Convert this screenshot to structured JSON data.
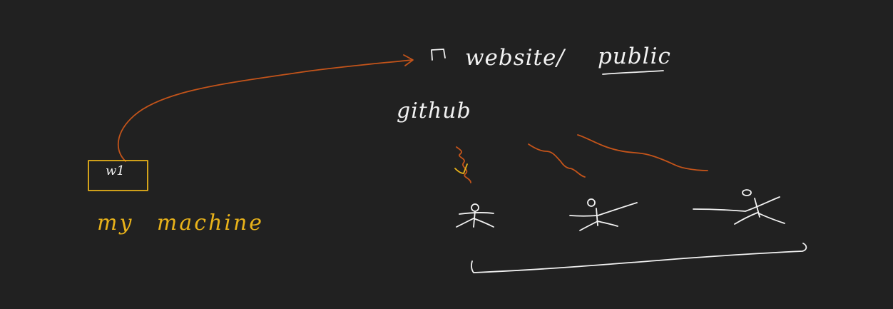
{
  "colors": {
    "background": "#212121",
    "ink_white": "#f2f2f2",
    "ink_orange": "#c4541a",
    "ink_yellow": "#e8b21a"
  },
  "labels": {
    "website": "website/",
    "public": "public",
    "github": "github",
    "machine_box": "w1",
    "my_machine": "my machine"
  },
  "icons": {
    "website_node": "square-icon",
    "users": [
      "person-icon",
      "person-icon",
      "person-icon"
    ]
  }
}
